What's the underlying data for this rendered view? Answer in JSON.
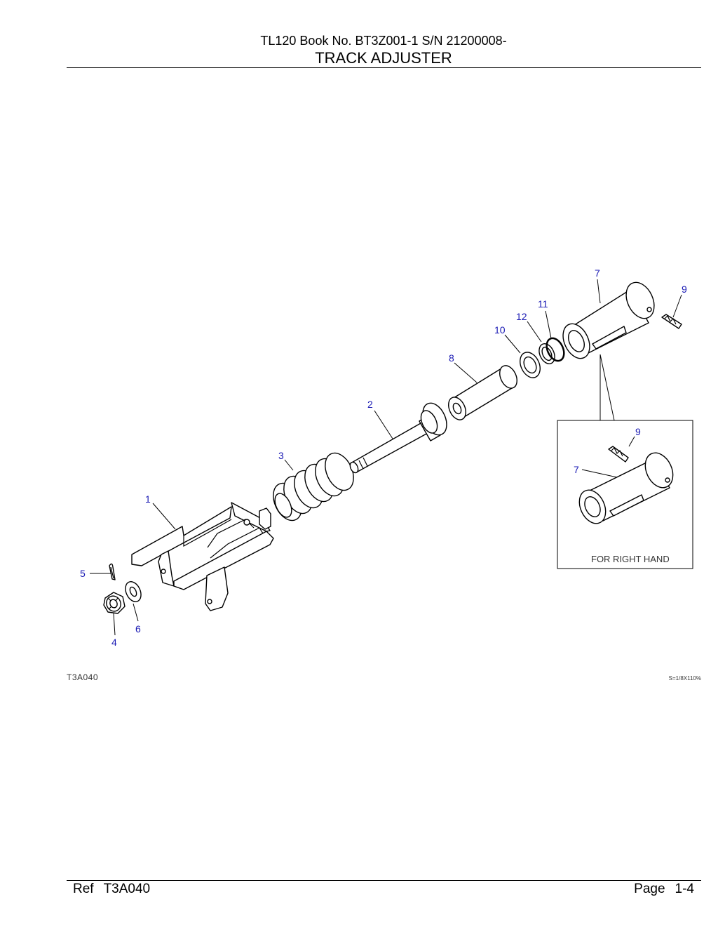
{
  "header": {
    "book_line": "TL120  Book No. BT3Z001-1 S/N 21200008-",
    "title": "TRACK ADJUSTER"
  },
  "figure": {
    "figure_id": "T3A040",
    "scale_note": "S=1/8X110%",
    "inset_label": "FOR RIGHT HAND",
    "callouts": [
      "1",
      "2",
      "3",
      "4",
      "5",
      "6",
      "7",
      "8",
      "9",
      "10",
      "11",
      "12"
    ],
    "inset_callouts": [
      "9",
      "7"
    ]
  },
  "footer": {
    "ref_label": "Ref",
    "ref_value": "T3A040",
    "page_label": "Page",
    "page_value": "1-4"
  },
  "colors": {
    "callout": "#1a1ab4",
    "line": "#000000"
  }
}
